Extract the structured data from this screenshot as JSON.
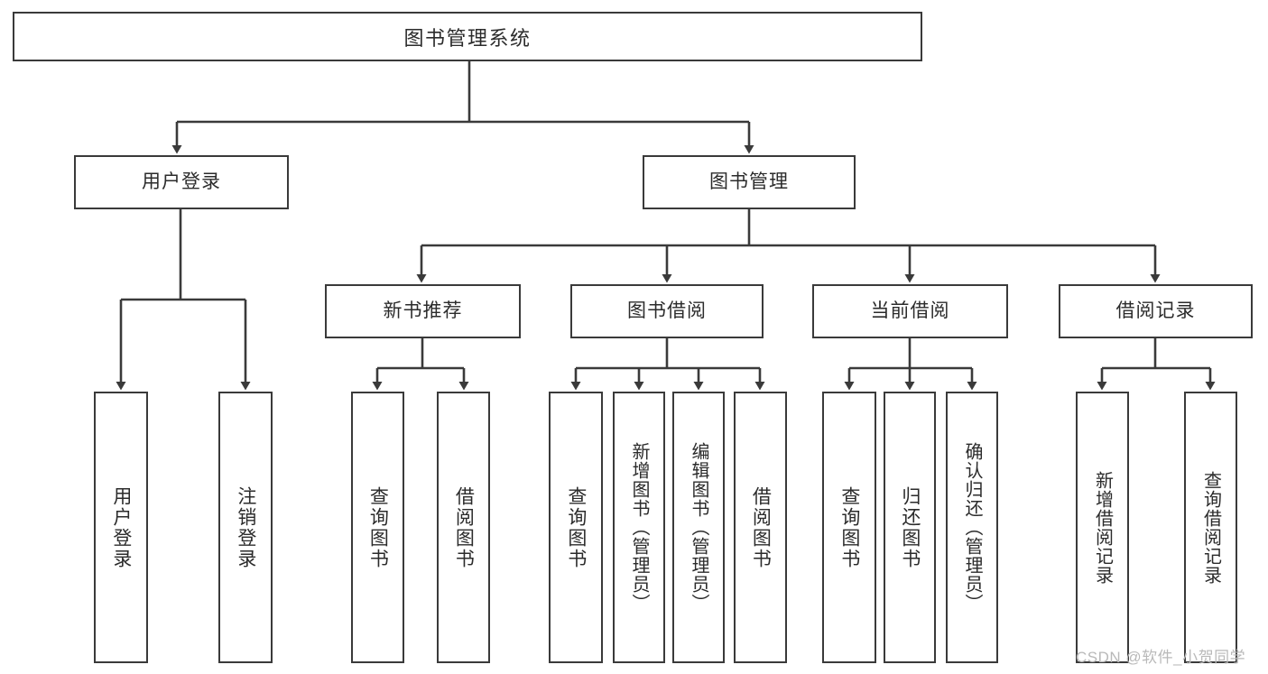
{
  "diagram": {
    "title": "图书管理系统",
    "watermark": "CSDN @软件_小贺同学",
    "colors": {
      "stroke": "#3a3a3a",
      "text": "#2b2b2b",
      "background": "#ffffff",
      "watermark": "#b9b9b9"
    },
    "root": {
      "label": "图书管理系统"
    },
    "level2": [
      {
        "label": "用户登录"
      },
      {
        "label": "图书管理"
      }
    ],
    "level3": [
      {
        "label": "新书推荐"
      },
      {
        "label": "图书借阅"
      },
      {
        "label": "当前借阅"
      },
      {
        "label": "借阅记录"
      }
    ],
    "leaves": {
      "user_login": [
        {
          "label": "用户登录"
        },
        {
          "label": "注销登录"
        }
      ],
      "new_book": [
        {
          "label": "查询图书"
        },
        {
          "label": "借阅图书"
        }
      ],
      "borrow_book": [
        {
          "label": "查询图书"
        },
        {
          "label": "新增图书（管理员）"
        },
        {
          "label": "编辑图书（管理员）"
        },
        {
          "label": "借阅图书"
        }
      ],
      "current_borrow": [
        {
          "label": "查询图书"
        },
        {
          "label": "归还图书"
        },
        {
          "label": "确认归还（管理员）"
        }
      ],
      "borrow_record": [
        {
          "label": "新增借阅记录"
        },
        {
          "label": "查询借阅记录"
        }
      ]
    }
  }
}
